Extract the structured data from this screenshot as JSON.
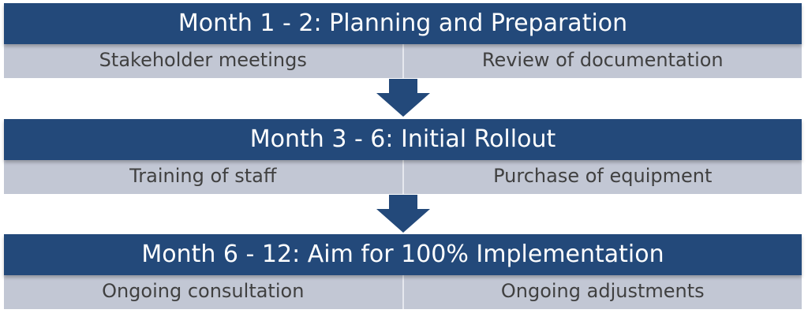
{
  "colors": {
    "header_bg": "#23497a",
    "task_bg": "#c2c7d4",
    "arrow": "#23497a"
  },
  "phases": [
    {
      "title": "Month 1 - 2: Planning and Preparation",
      "tasks": [
        "Stakeholder meetings",
        "Review of documentation"
      ]
    },
    {
      "title": "Month 3 - 6: Initial Rollout",
      "tasks": [
        "Training of staff",
        "Purchase of equipment"
      ]
    },
    {
      "title": "Month 6 - 12: Aim for 100% Implementation",
      "tasks": [
        "Ongoing consultation",
        "Ongoing adjustments"
      ]
    }
  ]
}
